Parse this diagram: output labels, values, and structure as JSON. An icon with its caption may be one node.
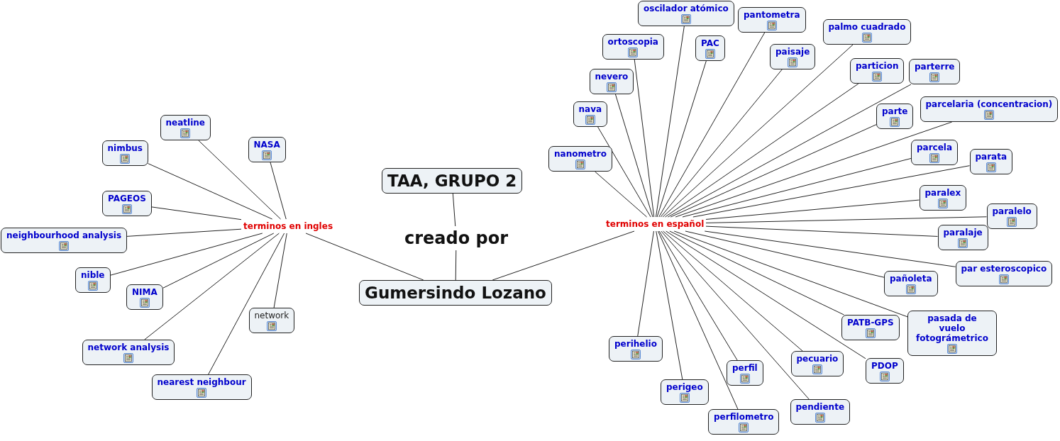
{
  "diagram": {
    "nodes": [
      {
        "text": [
          "TAA, GRUPO 2"
        ]
      },
      {
        "text": [
          "creado por"
        ]
      },
      {
        "text": [
          "Gumersindo Lozano"
        ]
      },
      {
        "text": [
          "terminos en ingles"
        ]
      },
      {
        "text": [
          "terminos en español"
        ]
      },
      {
        "text": [
          "neatline"
        ]
      },
      {
        "text": [
          "nimbus"
        ]
      },
      {
        "text": [
          "NASA"
        ]
      },
      {
        "text": [
          "PAGEOS"
        ]
      },
      {
        "text": [
          "neighbourhood analysis"
        ]
      },
      {
        "text": [
          "nible"
        ]
      },
      {
        "text": [
          "NIMA"
        ]
      },
      {
        "text": [
          "network"
        ]
      },
      {
        "text": [
          "network analysis"
        ]
      },
      {
        "text": [
          "nearest neighbour"
        ]
      },
      {
        "text": [
          "oscilador atómico"
        ]
      },
      {
        "text": [
          "pantometra"
        ]
      },
      {
        "text": [
          "ortoscopia"
        ]
      },
      {
        "text": [
          "PAC"
        ]
      },
      {
        "text": [
          "palmo cuadrado"
        ]
      },
      {
        "text": [
          "paisaje"
        ]
      },
      {
        "text": [
          "nevero"
        ]
      },
      {
        "text": [
          "particion"
        ]
      },
      {
        "text": [
          "parterre"
        ]
      },
      {
        "text": [
          "nava"
        ]
      },
      {
        "text": [
          "parte"
        ]
      },
      {
        "text": [
          "parcelaria (concentracion)"
        ]
      },
      {
        "text": [
          "nanometro"
        ]
      },
      {
        "text": [
          "parcela"
        ]
      },
      {
        "text": [
          "parata"
        ]
      },
      {
        "text": [
          "paralex"
        ]
      },
      {
        "text": [
          "paralelo"
        ]
      },
      {
        "text": [
          "paralaje"
        ]
      },
      {
        "text": [
          "par esteroscopico"
        ]
      },
      {
        "text": [
          "pañoleta"
        ]
      },
      {
        "text": [
          "PATB-GPS"
        ]
      },
      {
        "text": [
          "pasada de vuelo fotográmetrico"
        ]
      },
      {
        "text": [
          "perihelio"
        ]
      },
      {
        "text": [
          "pecuario"
        ]
      },
      {
        "text": [
          "PDOP"
        ]
      },
      {
        "text": [
          "perfil"
        ]
      },
      {
        "text": [
          "perigeo"
        ]
      },
      {
        "text": [
          "pendiente"
        ]
      },
      {
        "text": [
          "perfilometro"
        ]
      }
    ],
    "edges": [
      {
        "from": 0,
        "to": 1,
        "arrow": "none"
      },
      {
        "from": 1,
        "to": 2,
        "arrow": "none"
      },
      {
        "from": 2,
        "to": 3,
        "arrow": "none"
      },
      {
        "from": 2,
        "to": 4,
        "arrow": "none"
      },
      {
        "from": 3,
        "to": 5,
        "arrow": "none"
      },
      {
        "from": 3,
        "to": 6,
        "arrow": "none"
      },
      {
        "from": 3,
        "to": 7,
        "arrow": "none"
      },
      {
        "from": 3,
        "to": 8,
        "arrow": "none"
      },
      {
        "from": 3,
        "to": 9,
        "arrow": "none"
      },
      {
        "from": 3,
        "to": 10,
        "arrow": "none"
      },
      {
        "from": 3,
        "to": 11,
        "arrow": "none"
      },
      {
        "from": 3,
        "to": 12,
        "arrow": "none"
      },
      {
        "from": 3,
        "to": 13,
        "arrow": "none"
      },
      {
        "from": 3,
        "to": 14,
        "arrow": "none"
      },
      {
        "from": 4,
        "to": 15,
        "arrow": "none"
      },
      {
        "from": 4,
        "to": 16,
        "arrow": "none"
      },
      {
        "from": 4,
        "to": 17,
        "arrow": "none"
      },
      {
        "from": 4,
        "to": 18,
        "arrow": "none"
      },
      {
        "from": 4,
        "to": 19,
        "arrow": "none"
      },
      {
        "from": 4,
        "to": 20,
        "arrow": "none"
      },
      {
        "from": 4,
        "to": 21,
        "arrow": "none"
      },
      {
        "from": 4,
        "to": 22,
        "arrow": "none"
      },
      {
        "from": 4,
        "to": 23,
        "arrow": "none"
      },
      {
        "from": 4,
        "to": 24,
        "arrow": "none"
      },
      {
        "from": 4,
        "to": 25,
        "arrow": "none"
      },
      {
        "from": 4,
        "to": 26,
        "arrow": "none"
      },
      {
        "from": 4,
        "to": 27,
        "arrow": "none"
      },
      {
        "from": 4,
        "to": 28,
        "arrow": "none"
      },
      {
        "from": 4,
        "to": 29,
        "arrow": "none"
      },
      {
        "from": 4,
        "to": 30,
        "arrow": "none"
      },
      {
        "from": 4,
        "to": 31,
        "arrow": "none"
      },
      {
        "from": 4,
        "to": 32,
        "arrow": "none"
      },
      {
        "from": 4,
        "to": 33,
        "arrow": "none"
      },
      {
        "from": 4,
        "to": 34,
        "arrow": "none"
      },
      {
        "from": 4,
        "to": 35,
        "arrow": "none"
      },
      {
        "from": 4,
        "to": 36,
        "arrow": "none"
      },
      {
        "from": 4,
        "to": 37,
        "arrow": "none"
      },
      {
        "from": 4,
        "to": 38,
        "arrow": "none"
      },
      {
        "from": 4,
        "to": 39,
        "arrow": "none"
      },
      {
        "from": 4,
        "to": 40,
        "arrow": "none"
      },
      {
        "from": 4,
        "to": 41,
        "arrow": "none"
      },
      {
        "from": 4,
        "to": 42,
        "arrow": "none"
      },
      {
        "from": 4,
        "to": 43,
        "arrow": "none"
      }
    ]
  }
}
